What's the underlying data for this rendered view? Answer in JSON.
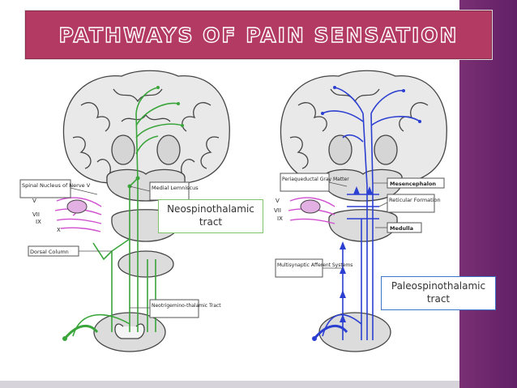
{
  "slide": {
    "title": "PATHWAYS OF PAIN SENSATION",
    "colors": {
      "title_bar": "#b33a63",
      "side_strip": "#6b2670",
      "green_tract": "#3aa53a",
      "blue_tract": "#2b3fd1",
      "pink_nerves": "#d04fd0"
    }
  },
  "left_diagram": {
    "labels": {
      "spinal_nucleus": "Spinal Nucleus of Nerve V",
      "medial_lemniscus": "Medial Lemniscus",
      "nerve_v": "V",
      "nerve_vii": "VII",
      "nerve_ix": "IX",
      "nerve_x": "X",
      "dorsal_column": "Dorsal Column",
      "neotrigemino": "Neotrigemino-thalamic Tract"
    },
    "callout": "Neospinothalamic tract"
  },
  "right_diagram": {
    "labels": {
      "periaqueductal": "Periaqueductal Gray Matter",
      "mesencephalon": "Mesencephalon",
      "reticular": "Reticular Formation",
      "medulla": "Medulla",
      "nerve_v": "V",
      "nerve_vii": "VII",
      "nerve_ix": "IX",
      "multisynaptic": "Multisynaptic Afferent Systems"
    },
    "callout": "Paleospinothalamic tract"
  }
}
